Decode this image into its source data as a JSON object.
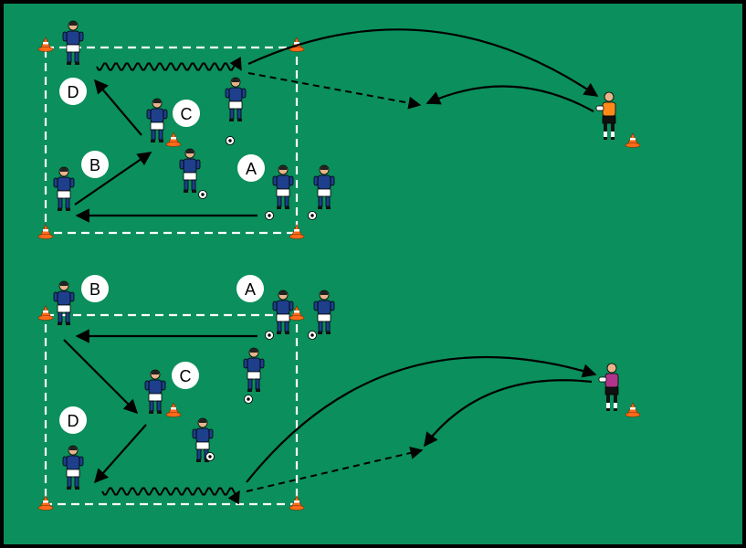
{
  "colors": {
    "field": "#0b8f5c",
    "border": "#000000",
    "lines": "#ffffff",
    "arrow": "#000000",
    "shirt": "#1e3f8c",
    "shorts": "#ffffff",
    "skin": "#e8b48a",
    "cone": "#ff6a1a",
    "keeper_top": "#ff8a1a",
    "keeper_bottom": "#b0358a"
  },
  "labels": {
    "top": {
      "A": "A",
      "B": "B",
      "C": "C",
      "D": "D"
    },
    "bottom": {
      "A": "A",
      "B": "B",
      "C": "C",
      "D": "D"
    }
  }
}
